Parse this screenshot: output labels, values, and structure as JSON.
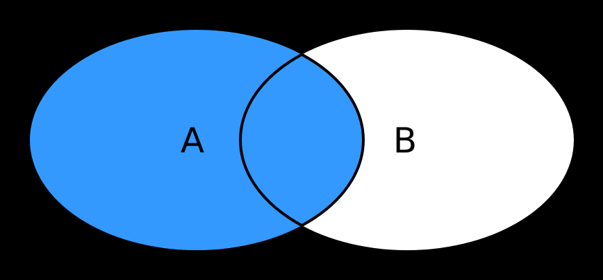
{
  "diagram": {
    "type": "venn",
    "background_color": "#000000",
    "outline_color": "#000000",
    "label_color": "#000000",
    "intersection_fill": "#3399ff",
    "sets": [
      {
        "label": "A",
        "fill": "#3399ff"
      },
      {
        "label": "B",
        "fill": "#ffffff"
      }
    ]
  }
}
